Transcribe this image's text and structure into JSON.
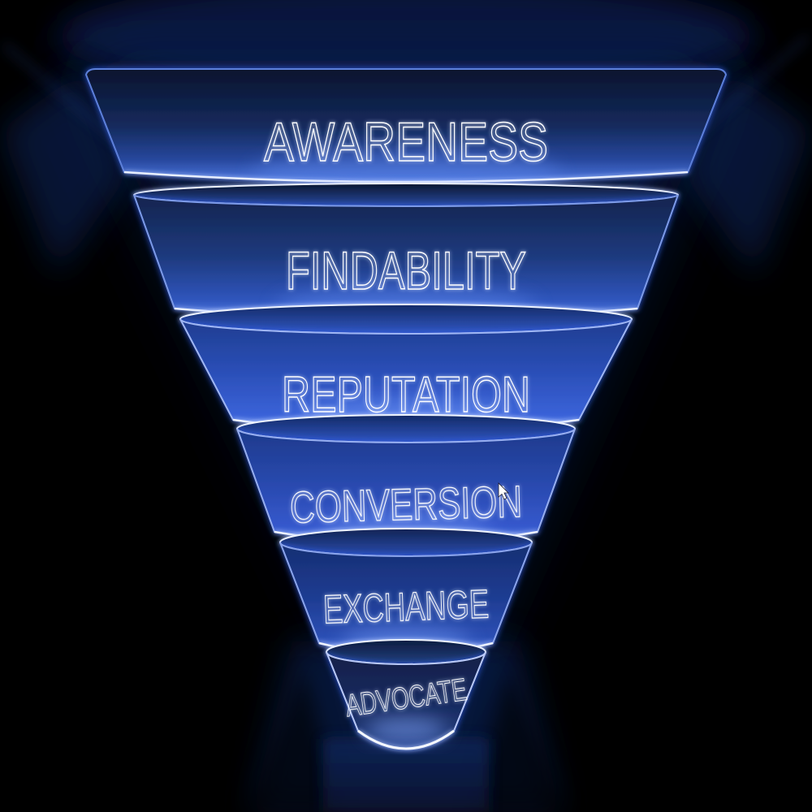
{
  "diagram": {
    "type": "funnel",
    "orientation": "inverted-cone",
    "stages": [
      {
        "label": "AWARENESS"
      },
      {
        "label": "FINDABILITY"
      },
      {
        "label": "REPUTATION"
      },
      {
        "label": "CONVERSION"
      },
      {
        "label": "EXCHANGE"
      },
      {
        "label": "ADVOCATE"
      }
    ],
    "colors": {
      "background": "#000000",
      "neon_blue": "#2a4fd0",
      "deep_navy": "#0c1c40",
      "rim_highlight": "#f0f5ff",
      "label_outline": "#ffffff"
    }
  },
  "cursor": {
    "icon": "arrow-pointer",
    "visible": true
  }
}
